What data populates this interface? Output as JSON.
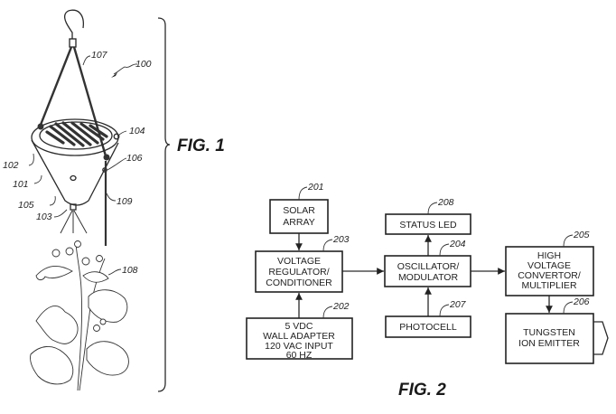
{
  "figures": {
    "fig1": {
      "title": "FIG. 1",
      "refs": {
        "assembly": "100",
        "pot_body": "101",
        "rim": "102",
        "emitter": "103",
        "sensor": "104",
        "base": "105",
        "led": "106",
        "hanger": "107",
        "plant": "108",
        "wire": "109"
      }
    },
    "fig2": {
      "title": "FIG. 2",
      "blocks": [
        {
          "id": "solar",
          "ref": "201",
          "lines": [
            "SOLAR",
            "ARRAY"
          ]
        },
        {
          "id": "adapter",
          "ref": "202",
          "lines": [
            "5 VDC",
            "WALL ADAPTER",
            "120 VAC INPUT",
            "60 HZ"
          ]
        },
        {
          "id": "regulator",
          "ref": "203",
          "lines": [
            "VOLTAGE",
            "REGULATOR/",
            "CONDITIONER"
          ]
        },
        {
          "id": "oscillator",
          "ref": "204",
          "lines": [
            "OSCILLATOR/",
            "MODULATOR"
          ]
        },
        {
          "id": "hv",
          "ref": "205",
          "lines": [
            "HIGH",
            "VOLTAGE",
            "CONVERTOR/",
            "MULTIPLIER"
          ]
        },
        {
          "id": "tungsten",
          "ref": "206",
          "lines": [
            "TUNGSTEN",
            "ION EMITTER"
          ]
        },
        {
          "id": "photocell",
          "ref": "207",
          "lines": [
            "PHOTOCELL"
          ]
        },
        {
          "id": "status",
          "ref": "208",
          "lines": [
            "STATUS LED"
          ]
        }
      ],
      "connections": [
        {
          "from": "solar",
          "to": "regulator"
        },
        {
          "from": "adapter",
          "to": "regulator"
        },
        {
          "from": "regulator",
          "to": "oscillator"
        },
        {
          "from": "oscillator",
          "to": "status"
        },
        {
          "from": "photocell",
          "to": "oscillator"
        },
        {
          "from": "oscillator",
          "to": "hv"
        },
        {
          "from": "hv",
          "to": "tungsten"
        }
      ]
    }
  }
}
